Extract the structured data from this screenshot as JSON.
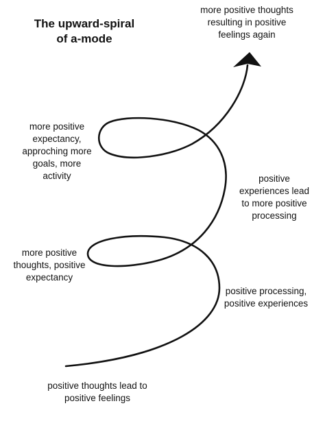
{
  "diagram": {
    "title": "The upward-spiral\nof a-mode",
    "labels": {
      "top": "more positive thoughts\nresulting in positive\nfeelings again",
      "upper_left": "more positive\nexpectancy,\napproching more\ngoals, more\nactivity",
      "right_upper": "positive\nexperiences lead\nto more positive\nprocessing",
      "left_middle": "more positive\nthoughts, positive\nexpectancy",
      "right_lower": "positive processing,\npositive experiences",
      "bottom": "positive thoughts lead to\npositive feelings"
    },
    "colors": {
      "ink": "#111111",
      "background": "#ffffff"
    },
    "arrowhead_icon": "arrow-up-triangle"
  }
}
